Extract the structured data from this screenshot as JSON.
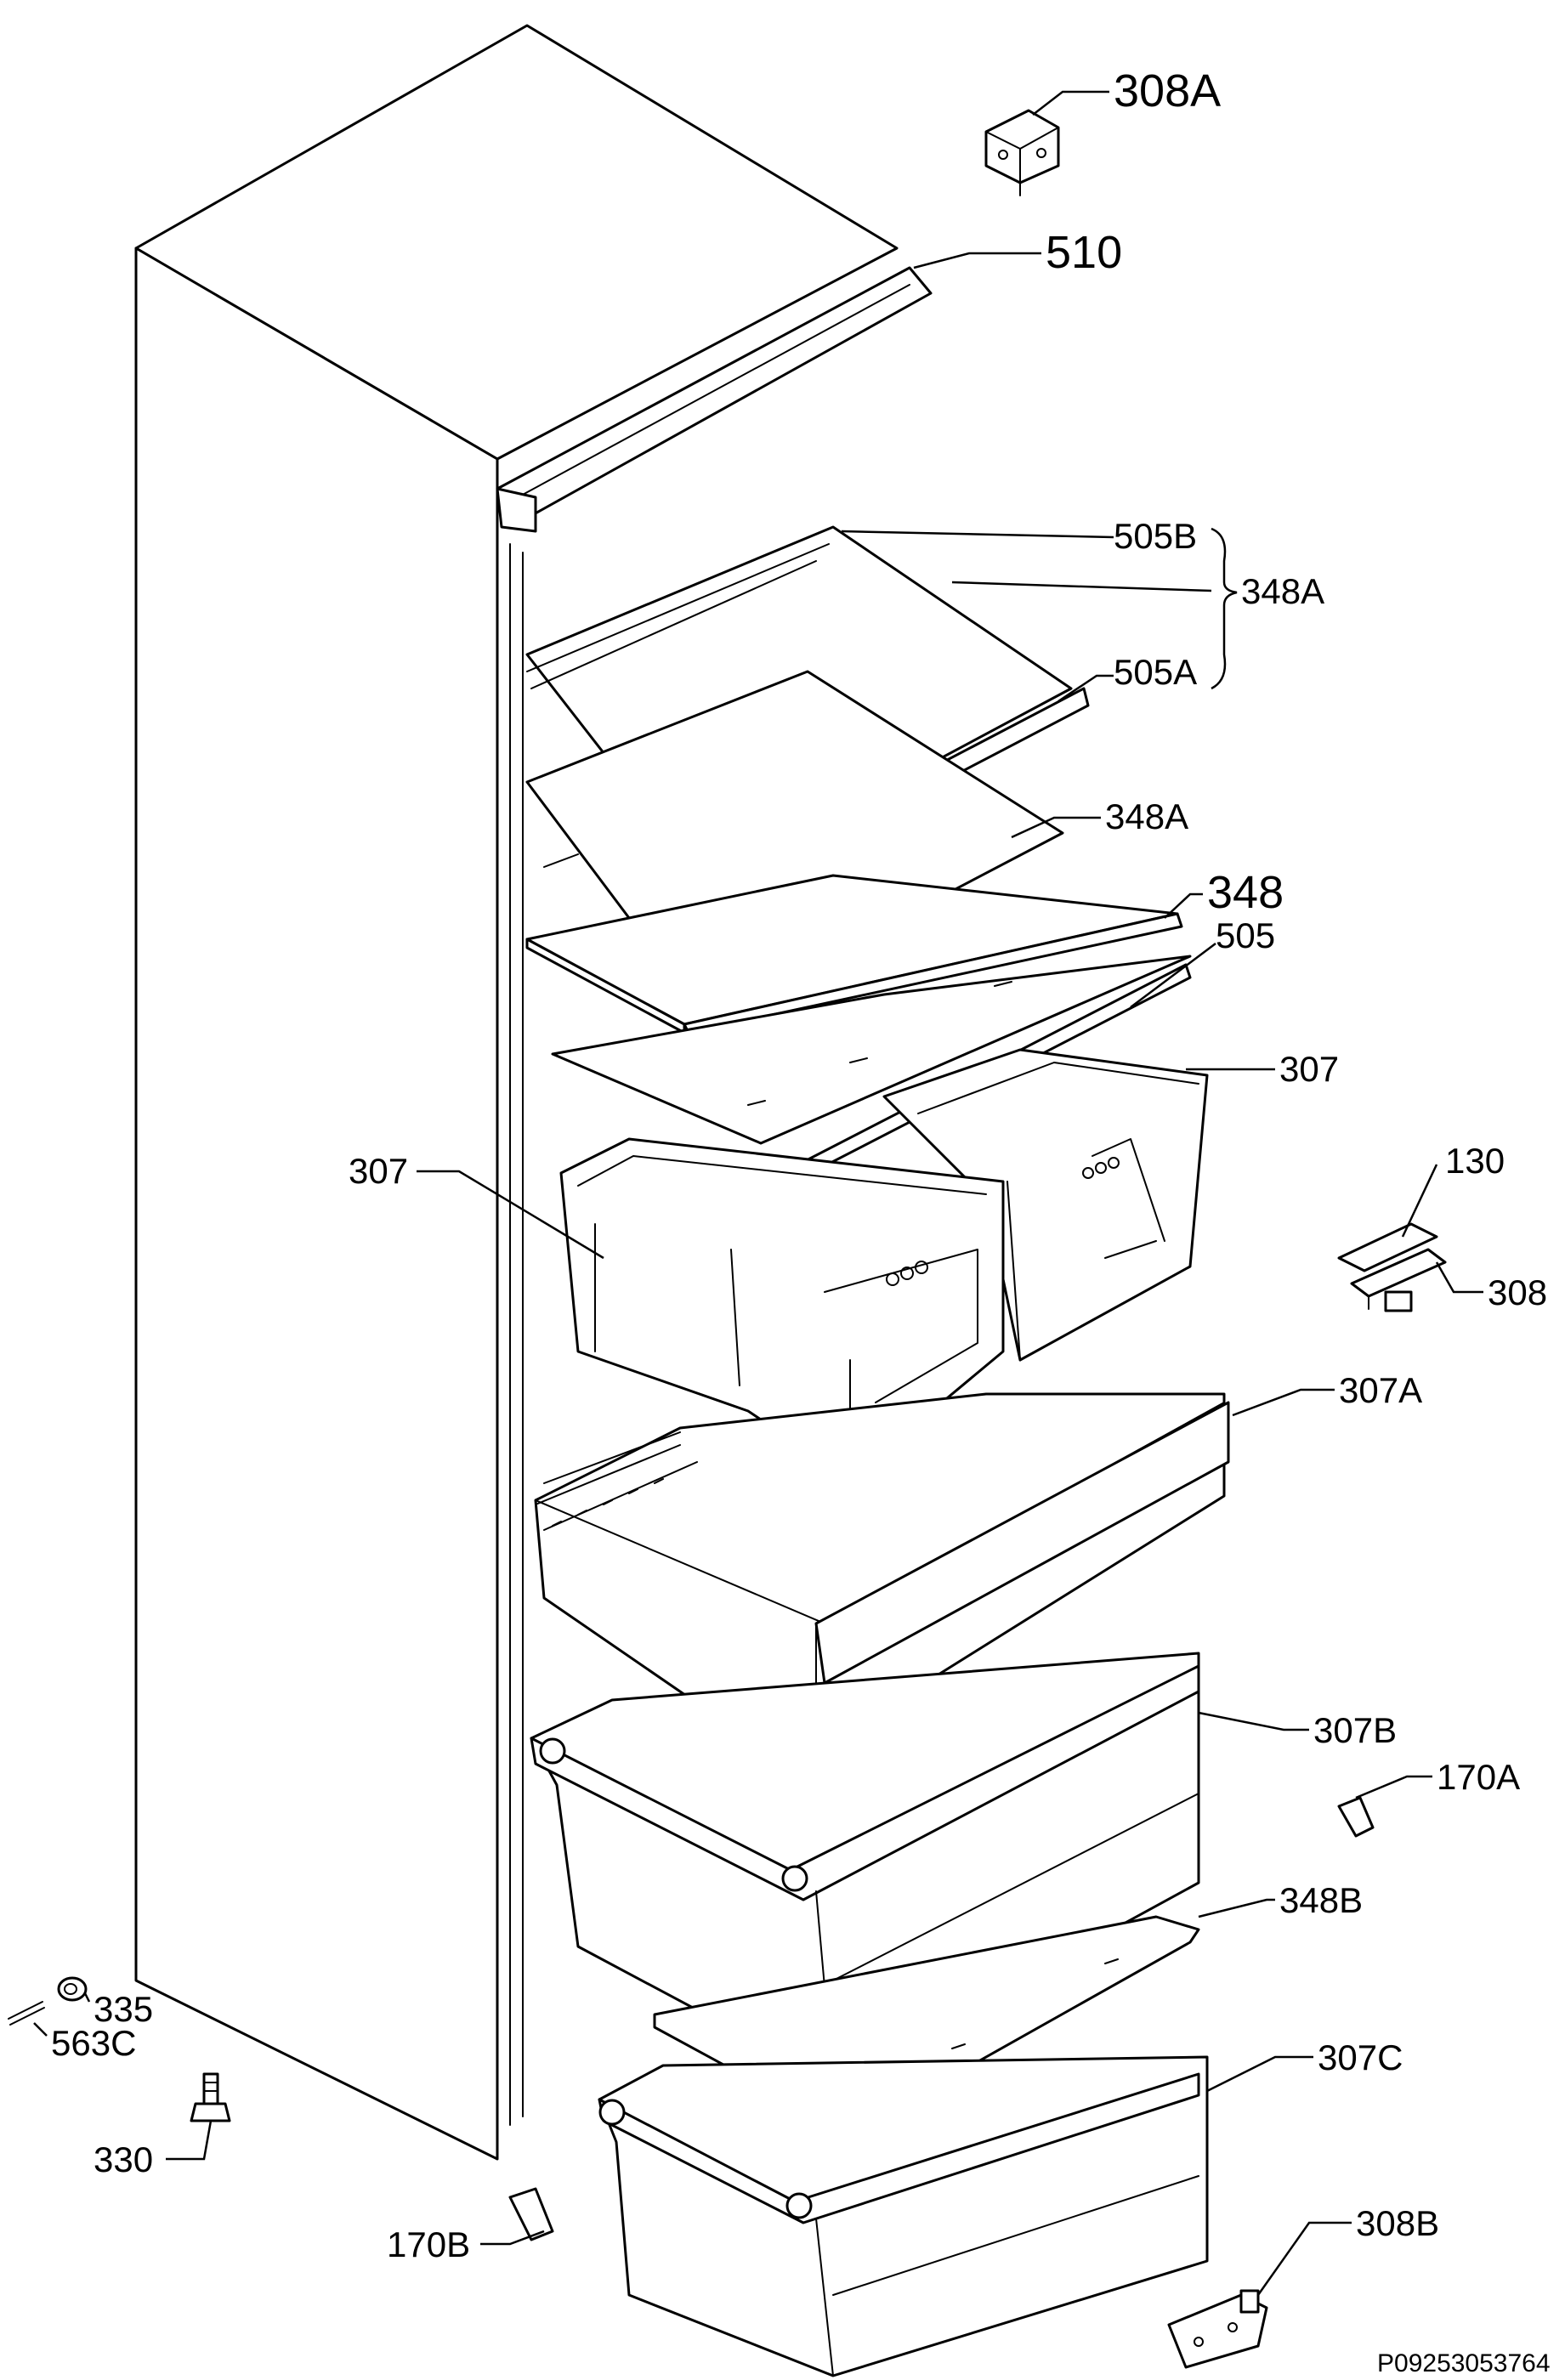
{
  "diagram": {
    "reference_code": "P09253053764",
    "labels": {
      "l_308A": "308A",
      "l_510": "510",
      "l_505B": "505B",
      "l_348A_top": "348A",
      "l_505A": "505A",
      "l_348A_mid": "348A",
      "l_348": "348",
      "l_505": "505",
      "l_307_right": "307",
      "l_307_left": "307",
      "l_130": "130",
      "l_308": "308",
      "l_307A": "307A",
      "l_307B": "307B",
      "l_170A": "170A",
      "l_348B": "348B",
      "l_335": "335",
      "l_563C": "563C",
      "l_307C": "307C",
      "l_330": "330",
      "l_308B": "308B",
      "l_170B": "170B"
    }
  }
}
